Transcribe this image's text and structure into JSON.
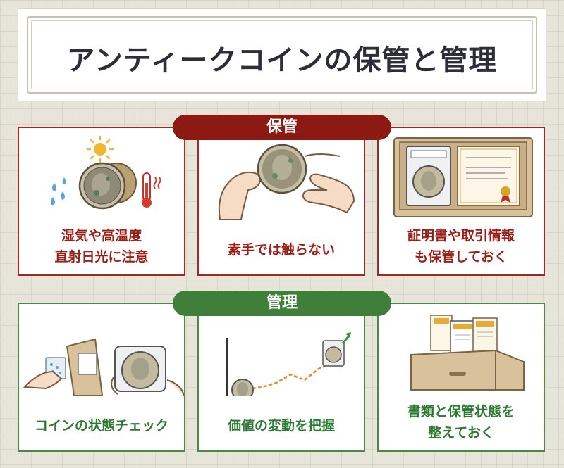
{
  "title": "アンティークコインの保管と管理",
  "sections": {
    "storage": {
      "label": "保管",
      "color": "#8d1a12",
      "cards": [
        {
          "line1": "湿気や高温度",
          "line2": "直射日光に注意",
          "icon": "coin-weather-icon"
        },
        {
          "line1": "素手では触らない",
          "line2": "",
          "icon": "hand-holding-coin-icon"
        },
        {
          "line1": "証明書や取引情報",
          "line2": "も保管しておく",
          "icon": "certificate-box-icon"
        }
      ]
    },
    "management": {
      "label": "管理",
      "color": "#3f7f3a",
      "cards": [
        {
          "line1": "コインの状態チェック",
          "line2": "",
          "icon": "coin-case-check-icon"
        },
        {
          "line1": "価値の変動を把握",
          "line2": "",
          "icon": "value-chart-icon"
        },
        {
          "line1": "書類と保管状態を",
          "line2": "整えておく",
          "icon": "document-drawer-icon"
        }
      ]
    }
  }
}
